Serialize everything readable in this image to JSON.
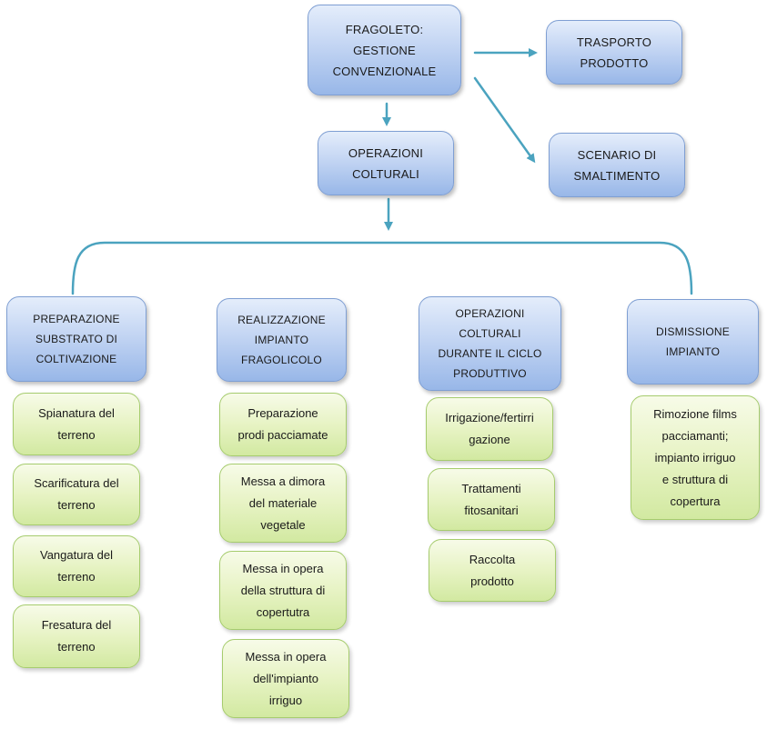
{
  "colors": {
    "connector": "#4ba3bf",
    "blue_fill": "#c3d5f3",
    "blue_border": "#7f9fd3",
    "green_fill": "#e7f3c4",
    "green_border": "#a6cc6e"
  },
  "top": {
    "main": "FRAGOLETO:\nGESTIONE\nCONVENZIONALE",
    "transport": "TRASPORTO\nPRODOTTO",
    "disposal": "SCENARIO DI\nSMALTIMENTO",
    "operations": "OPERAZIONI\nCOLTURALI"
  },
  "phases": [
    {
      "title": "PREPARAZIONE\nSUBSTRATO DI\nCOLTIVAZIONE",
      "activities": [
        "Spianatura del\nterreno",
        "Scarificatura del\nterreno",
        "Vangatura del\nterreno",
        "Fresatura del\nterreno"
      ]
    },
    {
      "title": "REALIZZAZIONE\nIMPIANTO\nFRAGOLICOLO",
      "activities": [
        "Preparazione\nprodi pacciamate",
        "Messa a dimora\ndel materiale\nvegetale",
        "Messa in opera\ndella struttura di\ncopertutra",
        "Messa in opera\ndell'impianto\nirriguo"
      ]
    },
    {
      "title": "OPERAZIONI\nCOLTURALI\nDURANTE IL CICLO\nPRODUTTIVO",
      "activities": [
        "Irrigazione/fertirri\ngazione",
        "Trattamenti\nfitosanitari",
        "Raccolta\nprodotto"
      ]
    },
    {
      "title": "DISMISSIONE\nIMPIANTO",
      "activities": [
        "Rimozione films\npacciamanti;\nimpianto irriguo\ne struttura di\ncopertura"
      ]
    }
  ]
}
